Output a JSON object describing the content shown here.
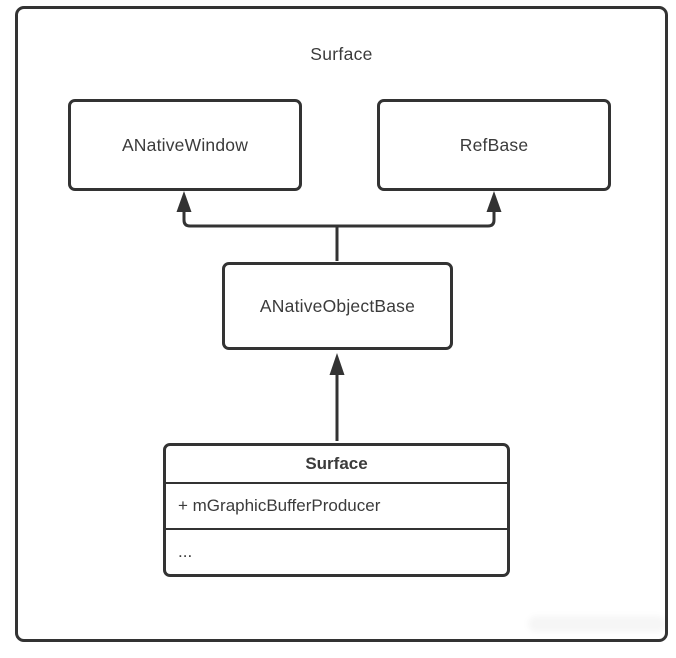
{
  "diagram": {
    "type": "uml-class-diagram",
    "container": {
      "title": "Surface"
    },
    "nodes": [
      {
        "id": "anativewindow",
        "label": "ANativeWindow"
      },
      {
        "id": "refbase",
        "label": "RefBase"
      },
      {
        "id": "anativeobjectbase",
        "label": "ANativeObjectBase"
      },
      {
        "id": "surface-class",
        "title": "Surface",
        "attributes": [
          "+ mGraphicBufferProducer"
        ],
        "more": "..."
      }
    ],
    "edges": [
      {
        "from": "ANativeObjectBase",
        "to": "ANativeWindow",
        "type": "inheritance-arrow"
      },
      {
        "from": "ANativeObjectBase",
        "to": "RefBase",
        "type": "inheritance-arrow"
      },
      {
        "from": "Surface",
        "to": "ANativeObjectBase",
        "type": "inheritance-arrow"
      }
    ],
    "colors": {
      "line": "#333333",
      "text": "#3b3b3b",
      "background": "#ffffff"
    }
  }
}
